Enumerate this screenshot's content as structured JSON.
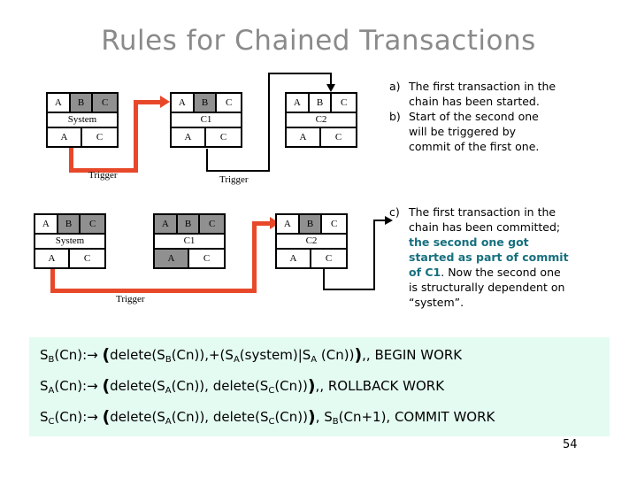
{
  "slide": {
    "title": "Rules for Chained Transactions",
    "page_number": "54",
    "title_color": "#8a8a8a",
    "accent_orange": "#e8482a",
    "accent_teal": "#17707f",
    "panel_bg": "#e4fbf1",
    "cell_gray": "#909090"
  },
  "diagrams": {
    "row1": {
      "blocks": [
        {
          "name": "system",
          "top_cells": [
            {
              "label": "A",
              "gray": false
            },
            {
              "label": "B",
              "gray": true
            },
            {
              "label": "C",
              "gray": true
            }
          ],
          "mid_label": "System",
          "bottom_cells": [
            {
              "label": "A",
              "gray": false
            },
            {
              "label": "C",
              "gray": false
            }
          ]
        },
        {
          "name": "c1",
          "top_cells": [
            {
              "label": "A",
              "gray": false
            },
            {
              "label": "B",
              "gray": true
            },
            {
              "label": "C",
              "gray": false
            }
          ],
          "mid_label": "C1",
          "bottom_cells": [
            {
              "label": "A",
              "gray": false
            },
            {
              "label": "C",
              "gray": false
            }
          ]
        },
        {
          "name": "c2",
          "top_cells": [
            {
              "label": "A",
              "gray": false
            },
            {
              "label": "B",
              "gray": false
            },
            {
              "label": "C",
              "gray": false
            }
          ],
          "mid_label": "C2",
          "bottom_cells": [
            {
              "label": "A",
              "gray": false
            },
            {
              "label": "C",
              "gray": false
            }
          ]
        }
      ],
      "trigger_labels": [
        "Trigger",
        "Trigger"
      ]
    },
    "row2": {
      "blocks": [
        {
          "name": "system",
          "top_cells": [
            {
              "label": "A",
              "gray": false
            },
            {
              "label": "B",
              "gray": true
            },
            {
              "label": "C",
              "gray": true
            }
          ],
          "mid_label": "System",
          "bottom_cells": [
            {
              "label": "A",
              "gray": false
            },
            {
              "label": "C",
              "gray": false
            }
          ]
        },
        {
          "name": "c1",
          "top_cells": [
            {
              "label": "A",
              "gray": true
            },
            {
              "label": "B",
              "gray": true
            },
            {
              "label": "C",
              "gray": true
            }
          ],
          "mid_label": "C1",
          "bottom_cells": [
            {
              "label": "A",
              "gray": true
            },
            {
              "label": "C",
              "gray": false
            }
          ]
        },
        {
          "name": "c2",
          "top_cells": [
            {
              "label": "A",
              "gray": false
            },
            {
              "label": "B",
              "gray": true
            },
            {
              "label": "C",
              "gray": false
            }
          ],
          "mid_label": "C2",
          "bottom_cells": [
            {
              "label": "A",
              "gray": false
            },
            {
              "label": "C",
              "gray": false
            }
          ]
        }
      ],
      "trigger_labels": [
        "Trigger"
      ]
    }
  },
  "notes": {
    "top": [
      {
        "marker": "a)",
        "lines": [
          "The first transaction in the",
          "chain has been started."
        ]
      },
      {
        "marker": "b)",
        "lines": [
          "Start of the second one",
          "will be triggered by",
          "commit of the first one."
        ]
      }
    ],
    "bottom": {
      "marker": "c)",
      "line1": "The first transaction in the",
      "line2": "chain has been committed;",
      "highlight1": "the second one got",
      "highlight2": "started as part of commit",
      "highlight3": "of C1",
      "tail1": ".  Now the second one",
      "tail2": "is structurally dependent on",
      "tail3": "“system”."
    }
  },
  "formulas": [
    {
      "id": "formula-1",
      "lhs_base": "S",
      "lhs_sub": "B",
      "text": "Sᴮ(Cn):→ (delete(Sᴮ(Cn)),+(Sᴀ(system)|Sᴀ (Cn))),, BEGIN WORK",
      "parts": {
        "p1": "S",
        "s1": "B",
        "p2": "(Cn):→ ",
        "paren_open": "(",
        "p3": "delete(S",
        "s2": "B",
        "p4": "(Cn)),+(S",
        "s3": "A",
        "p5": "(system)|S",
        "s4": "A",
        "p6": " (Cn))",
        "paren_close": ")",
        "p7": ",, BEGIN WORK"
      }
    },
    {
      "id": "formula-2",
      "parts": {
        "p1": "S",
        "s1": "A",
        "p2": "(Cn):→ ",
        "paren_open": "(",
        "p3": "delete(S",
        "s2": "A",
        "p4": "(Cn)), delete(S",
        "s3": "C",
        "p5": "(Cn))",
        "paren_close": ")",
        "p6": ",, ROLLBACK WORK"
      }
    },
    {
      "id": "formula-3",
      "parts": {
        "p1": "S",
        "s1": "C",
        "p2": "(Cn):→ ",
        "paren_open": "(",
        "p3": "delete(S",
        "s2": "A",
        "p4": "(Cn)), delete(S",
        "s3": "C",
        "p5": "(Cn))",
        "paren_close": ")",
        "p6": ", S",
        "s4": "B",
        "p7": "(Cn+1), COMMIT WORK"
      }
    }
  ]
}
